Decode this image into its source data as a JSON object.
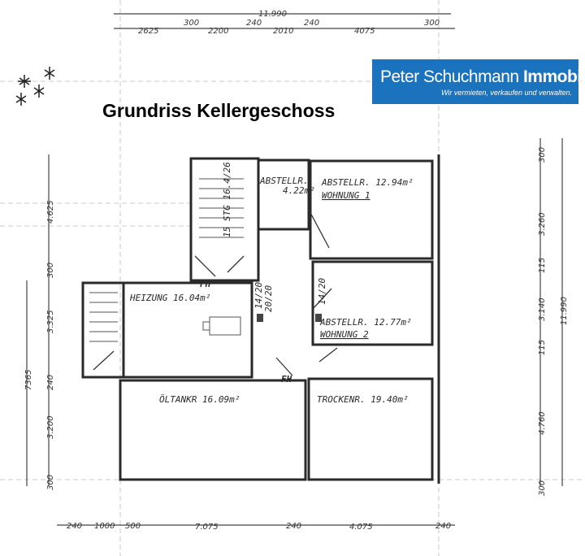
{
  "title": "Grundriss Kellergeschoss",
  "logo": {
    "name_regular": "Peter Schuchmann",
    "name_bold": "Immobilien",
    "tagline": "Wir vermieten, verkaufen und verwalten.",
    "color": "#1b72bd"
  },
  "rooms": {
    "abstell_small": {
      "name": "ABSTELLR.",
      "area": "4.22m²"
    },
    "abstell_1": {
      "name": "ABSTELLR. 12.94m²",
      "unit": "WOHNUNG 1"
    },
    "abstell_2": {
      "name": "ABSTELLR. 12.77m²",
      "unit": "WOHNUNG 2"
    },
    "heizung": "HEIZUNG 16.04m²",
    "oeltank": "ÖLTANKR 16.09m²",
    "trocken": "TROCKENR. 19.40m²",
    "stair": "15 STG 16.4/26",
    "fh": "FH",
    "chimney_1a": "14/20",
    "chimney_1b": "20/20",
    "chimney_2": "14/20"
  },
  "dims": {
    "top_total": "11.990",
    "top": [
      "2625",
      "300",
      "2200",
      "240",
      "2010",
      "240",
      "4075",
      "300"
    ],
    "bottom": [
      "240",
      "1000",
      "500",
      "7.075",
      "240",
      "4.075",
      "240"
    ],
    "left": [
      "4.625",
      "300",
      "3.325",
      "240",
      "3.200",
      "300"
    ],
    "left_total": "7365",
    "right": [
      "300",
      "3.260",
      "115",
      "3.140",
      "115",
      "4.760",
      "300"
    ],
    "right_total": "11.990"
  }
}
